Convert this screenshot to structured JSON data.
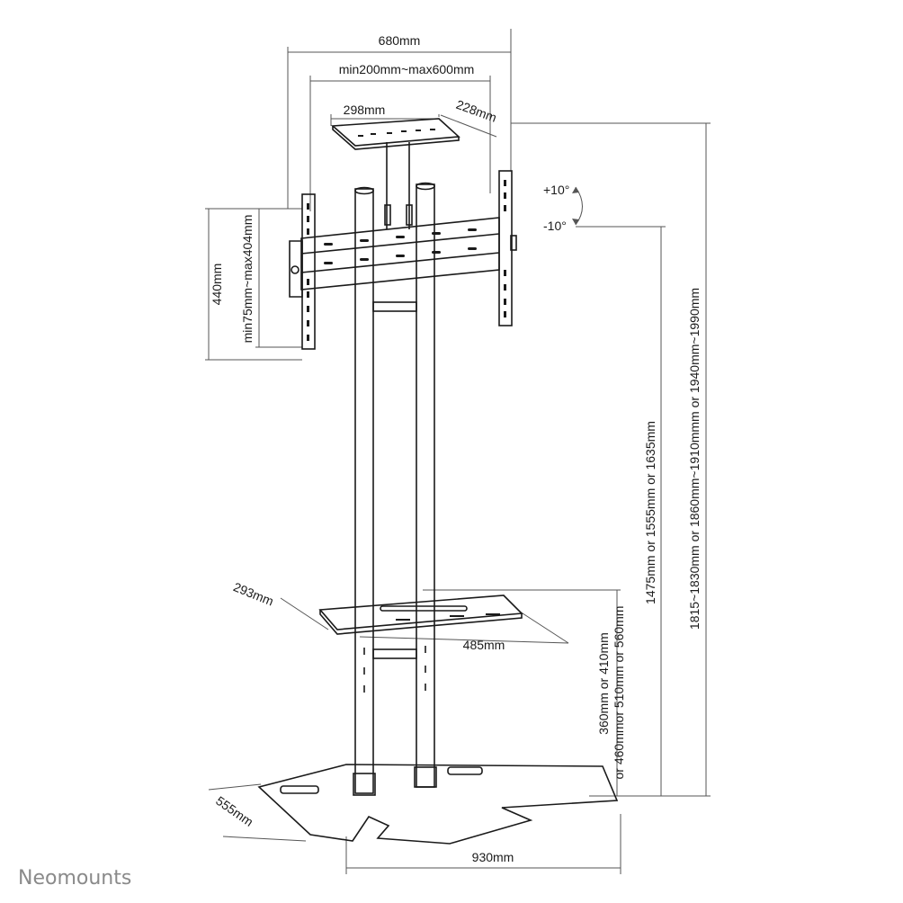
{
  "brand": "Neomounts",
  "dimensions": {
    "total_width": "680mm",
    "vesa_horizontal": "min200mm~max600mm",
    "top_shelf_width": "298mm",
    "top_shelf_depth": "228mm",
    "tilt_up": "+10°",
    "tilt_down": "-10°",
    "bracket_height": "440mm",
    "vesa_vertical": "min75mm~max404mm",
    "mount_height": "1475mm or 1555mm or 1635mm",
    "total_height": "1815~1830mm or 1860mm~1910mmm or 1940mm~1990mm",
    "shelf_depth": "293mm",
    "shelf_width": "485mm",
    "shelf_height_1": "360mm or 410mm",
    "shelf_height_2": "or 460mmor 510mm or 560mm",
    "base_depth": "555mm",
    "base_width": "930mm"
  }
}
